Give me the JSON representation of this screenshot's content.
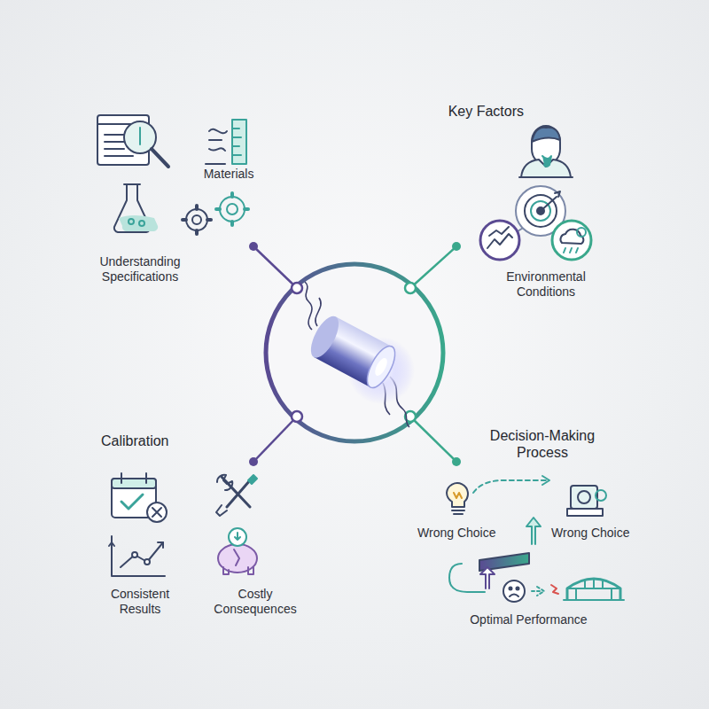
{
  "diagram": {
    "labels": [
      "Materials",
      "Understanding Specifications",
      "Key Factors",
      "Environmental Conditions",
      "Calibration",
      "Consistent Results",
      "Costly Consequences",
      "Decision-Making Process",
      "Wrong Choice",
      "Wrong Choice",
      "Optimal Performance"
    ]
  }
}
